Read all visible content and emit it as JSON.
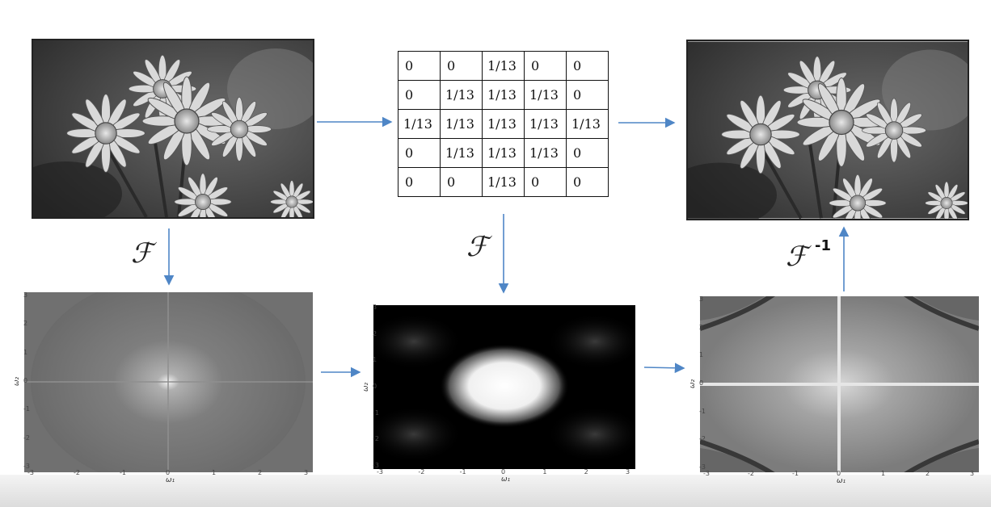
{
  "kernel": {
    "rows": [
      [
        "0",
        "0",
        "1/13",
        "0",
        "0"
      ],
      [
        "0",
        "1/13",
        "1/13",
        "1/13",
        "0"
      ],
      [
        "1/13",
        "1/13",
        "1/13",
        "1/13",
        "1/13"
      ],
      [
        "0",
        "1/13",
        "1/13",
        "1/13",
        "0"
      ],
      [
        "0",
        "0",
        "1/13",
        "0",
        "0"
      ]
    ]
  },
  "operators": {
    "fourier": "ℱ",
    "inverse_exponent": "-1"
  },
  "spectrum_axes": {
    "x_ticks": [
      "-3",
      "-2",
      "-1",
      "0",
      "1",
      "2",
      "3"
    ],
    "y_ticks": [
      "3",
      "2",
      "1",
      "0",
      "-1",
      "-2",
      "-3"
    ],
    "x_label": "ω₁",
    "y_label": "ω₂"
  },
  "colors": {
    "arrow": "#4f86c6",
    "border": "#222222"
  }
}
